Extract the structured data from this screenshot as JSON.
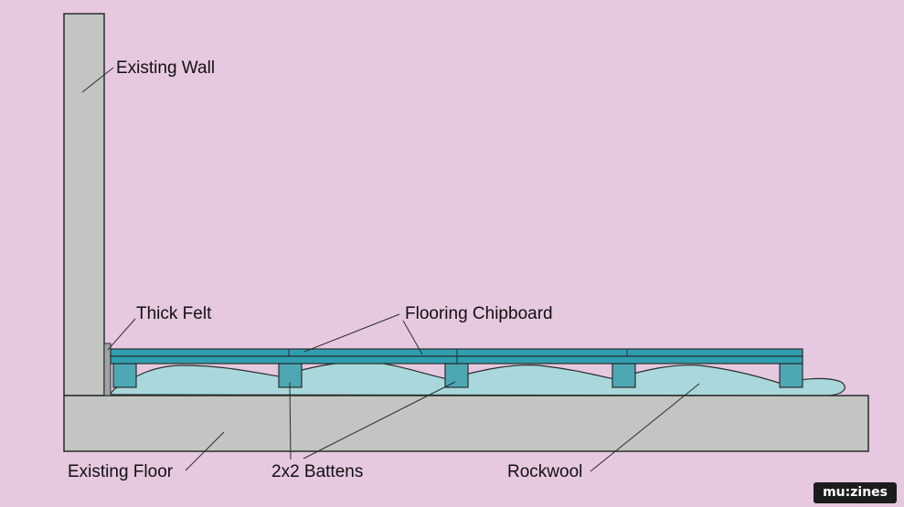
{
  "labels": {
    "wall": "Existing Wall",
    "felt": "Thick Felt",
    "chipboard": "Flooring Chipboard",
    "floor": "Existing Floor",
    "battens": "2x2 Battens",
    "rockwool": "Rockwool"
  },
  "watermark": "mu:zines",
  "colors": {
    "background": "#e6c8e0",
    "concrete": "#c3c5c3",
    "outline": "#2a2d2c",
    "chipboard": "#2f9fb0",
    "battens": "#4ea8b4",
    "rockwool": "#a9d8dc"
  }
}
